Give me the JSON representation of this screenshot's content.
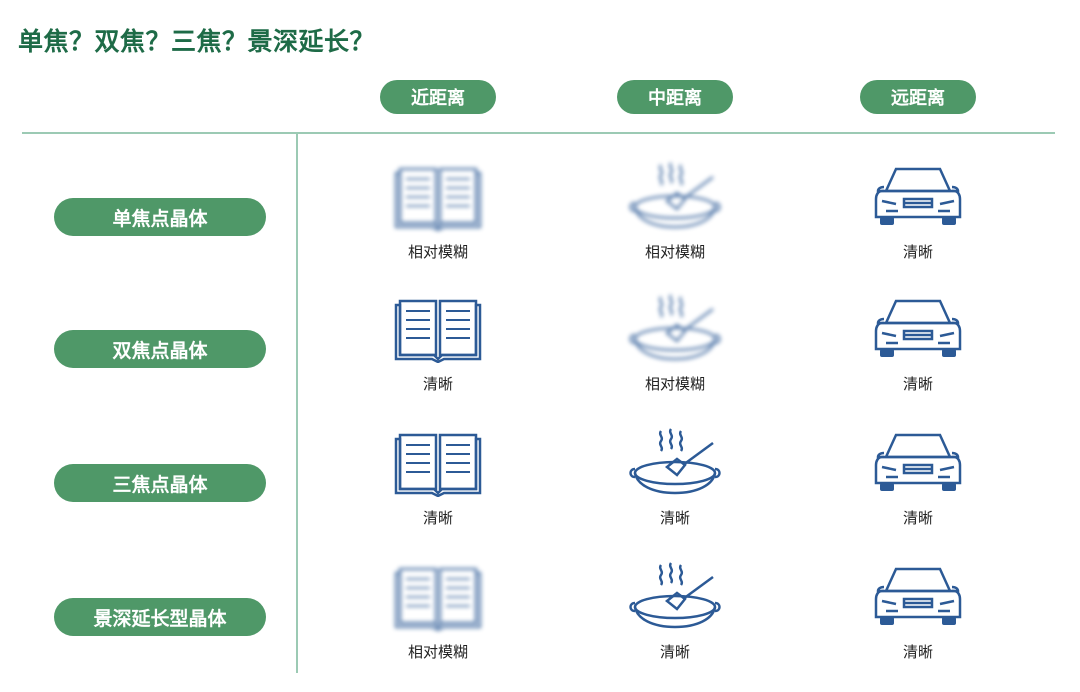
{
  "title": "单焦？双焦？三焦？景深延长？",
  "columns": [
    "近距离",
    "中距离",
    "远距离"
  ],
  "column_icons": [
    "book-icon",
    "wok-icon",
    "car-icon"
  ],
  "rows": [
    {
      "label": "单焦点晶体",
      "cells": [
        {
          "text": "相对模糊",
          "blurred": true
        },
        {
          "text": "相对模糊",
          "blurred": true
        },
        {
          "text": "清晰",
          "blurred": false
        }
      ]
    },
    {
      "label": "双焦点晶体",
      "cells": [
        {
          "text": "清晰",
          "blurred": false
        },
        {
          "text": "相对模糊",
          "blurred": true
        },
        {
          "text": "清晰",
          "blurred": false
        }
      ]
    },
    {
      "label": "三焦点晶体",
      "cells": [
        {
          "text": "清晰",
          "blurred": false
        },
        {
          "text": "清晰",
          "blurred": false
        },
        {
          "text": "清晰",
          "blurred": false
        }
      ]
    },
    {
      "label": "景深延长型晶体",
      "cells": [
        {
          "text": "相对模糊",
          "blurred": true
        },
        {
          "text": "清晰",
          "blurred": false
        },
        {
          "text": "清晰",
          "blurred": false
        }
      ]
    }
  ],
  "colors": {
    "title": "#1e6b47",
    "pill": "#4f9868",
    "line": "#9ccab4",
    "icon": "#2c5a96"
  }
}
